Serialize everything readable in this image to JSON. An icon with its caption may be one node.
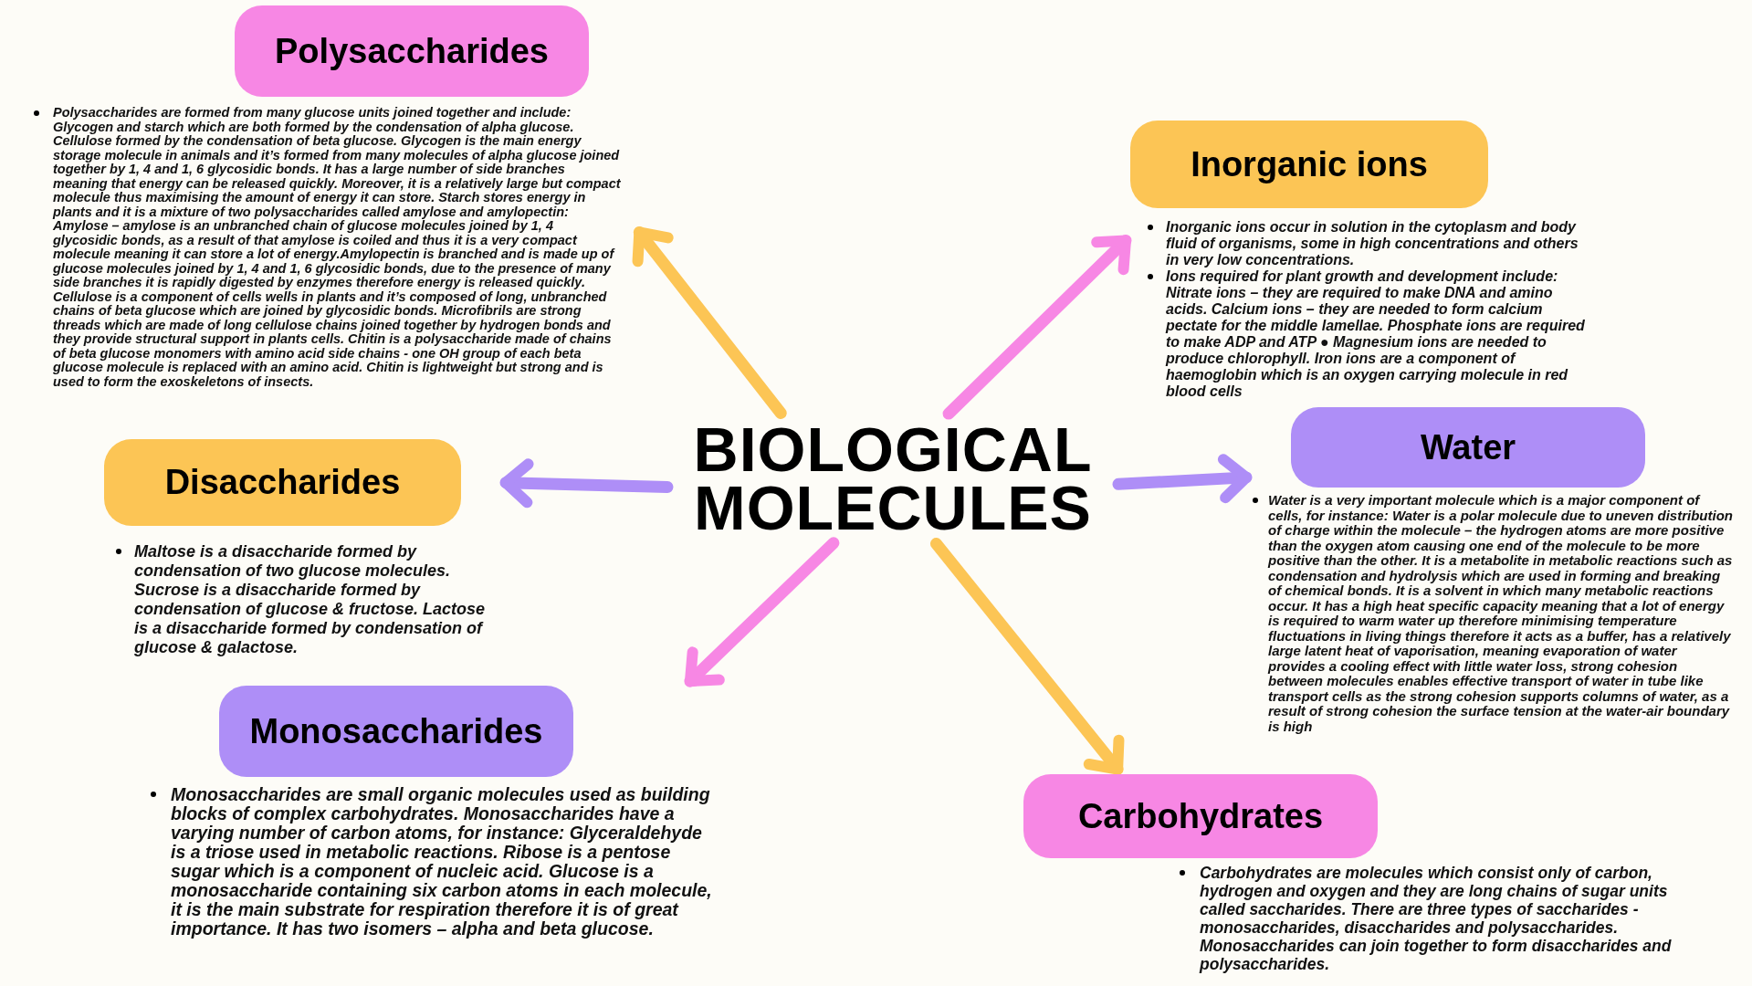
{
  "diagram": {
    "nodes": [
      {
        "text": [
          "BIOLOGICAL MOLECULES"
        ]
      },
      {
        "text": [
          "Polysaccharides",
          "Polysaccharides are formed from many glucose units joined together and include: Glycogen and starch which are both formed by the condensation of alpha glucose. Cellulose formed by the condensation of beta glucose. Glycogen is the main energy storage molecule in animals and it’s formed from many molecules of alpha glucose joined together by 1, 4 and 1, 6 glycosidic bonds. It has a large number of side branches meaning that energy can be released quickly. Moreover, it is a relatively large but compact molecule thus maximising the amount of energy it can store. Starch stores energy in plants and it is a mixture of two polysaccharides called amylose and amylopectin: Amylose – amylose is an unbranched chain of glucose molecules joined by 1, 4 glycosidic bonds, as a result of that amylose is coiled and thus it is a very compact molecule meaning it can store a lot of energy.Amylopectin is branched and is made up of glucose molecules joined by 1, 4 and 1, 6 glycosidic bonds, due to the presence of many side branches it is rapidly digested by enzymes therefore energy is released quickly. Cellulose is a component of cells wells in plants and it’s composed of long, unbranched chains of beta glucose which are joined by glycosidic bonds. Microfibrils are strong threads which are made of long cellulose chains joined together by hydrogen bonds and they provide structural support in plants cells. Chitin is a polysaccharide made of chains of beta glucose monomers with amino acid side chains - one OH group of each beta glucose molecule is replaced with an amino acid. Chitin is lightweight but strong and is used to form the exoskeletons of insects."
        ]
      },
      {
        "text": [
          "Inorganic ions",
          "Inorganic ions occur in solution in the cytoplasm and body fluid of organisms, some in high concentrations and others in very low concentrations.",
          "Ions required for plant growth and development include: Nitrate ions – they are required to make DNA and amino acids. Calcium ions – they are needed to form calcium pectate for the middle lamellae. Phosphate ions are required to make ADP and ATP ● Magnesium ions are needed to produce chlorophyll. Iron ions are a component of haemoglobin which is an oxygen carrying molecule in red blood cells"
        ]
      },
      {
        "text": [
          "Disaccharides",
          "Maltose is a disaccharide formed by condensation of two glucose molecules. Sucrose is a disaccharide formed by condensation of glucose & fructose. Lactose is a disaccharide formed by condensation of glucose & galactose."
        ]
      },
      {
        "text": [
          "Water",
          "Water is a very important molecule which is a major component of cells, for instance: Water is a polar molecule due to uneven distribution of charge within the molecule – the hydrogen atoms are more positive than the oxygen atom causing one end of the molecule to be more positive than the other. It is a metabolite in metabolic reactions such as condensation and hydrolysis which are used in forming and breaking of chemical bonds. It is a solvent in which many metabolic reactions occur. It has a high heat specific capacity meaning that a lot of energy is required to warm water up therefore minimising temperature fluctuations in living things therefore it acts as a buffer, has a relatively large latent heat of vaporisation, meaning evaporation of water provides a cooling effect with little water loss, strong cohesion between molecules enables effective transport of water in tube like transport cells as the strong cohesion supports columns of water, as a result of strong cohesion the surface tension at the water-air boundary is high"
        ]
      },
      {
        "text": [
          "Monosaccharides",
          "Monosaccharides are small organic molecules used as building blocks of complex carbohydrates. Monosaccharides have a varying number of carbon atoms, for instance: Glyceraldehyde is a triose used in metabolic reactions. Ribose is a pentose sugar which is a component of nucleic acid. Glucose is a monosaccharide containing six carbon atoms in each molecule, it is the main substrate for respiration therefore it is of great importance. It has two isomers – alpha and beta glucose."
        ]
      },
      {
        "text": [
          "Carbohydrates",
          "Carbohydrates are molecules which consist only of carbon, hydrogen and oxygen and they are long chains of sugar units called saccharides. There are three types of saccharides - monosaccharides, disaccharides and polysaccharides. Monosaccharides can join together to form disaccharides and polysaccharides."
        ]
      }
    ],
    "edges": [
      {
        "from": 0,
        "to": 1,
        "arrow": "to",
        "color": "#fcc555"
      },
      {
        "from": 0,
        "to": 2,
        "arrow": "to",
        "color": "#f787e4"
      },
      {
        "from": 0,
        "to": 3,
        "arrow": "to",
        "color": "#ae8ef7"
      },
      {
        "from": 0,
        "to": 4,
        "arrow": "to",
        "color": "#ae8ef7"
      },
      {
        "from": 0,
        "to": 5,
        "arrow": "to",
        "color": "#f787e4"
      },
      {
        "from": 0,
        "to": 6,
        "arrow": "to",
        "color": "#fcc555"
      }
    ]
  }
}
